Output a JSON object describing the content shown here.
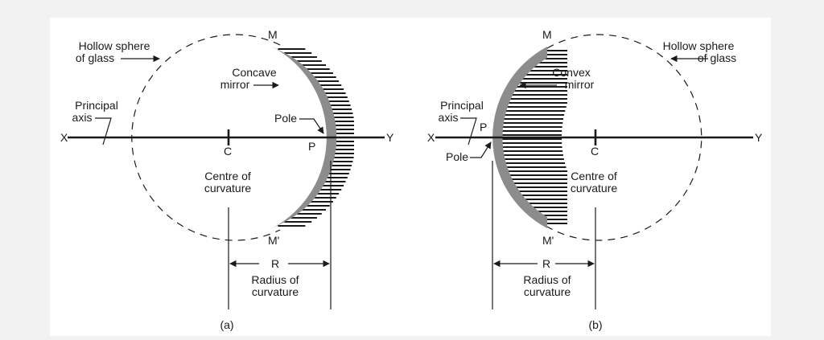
{
  "panel_a": {
    "label_x": "X",
    "label_y": "Y",
    "label_c": "C",
    "label_p": "P",
    "label_m": "M",
    "label_m_prime": "M'",
    "label_r": "R",
    "hollow_sphere_l1": "Hollow sphere",
    "hollow_sphere_l2": "of glass",
    "mirror_l1": "Concave",
    "mirror_l2": "mirror",
    "principal_axis_l1": "Principal",
    "principal_axis_l2": "axis",
    "pole": "Pole",
    "centre_l1": "Centre of",
    "centre_l2": "curvature",
    "radius_l1": "Radius of",
    "radius_l2": "curvature",
    "caption": "(a)"
  },
  "panel_b": {
    "label_x": "X",
    "label_y": "Y",
    "label_c": "C",
    "label_p": "P",
    "label_m": "M",
    "label_m_prime": "M'",
    "label_r": "R",
    "hollow_sphere_l1": "Hollow sphere",
    "hollow_sphere_l2": "of glass",
    "mirror_l1": "Convex",
    "mirror_l2": "mirror",
    "principal_axis_l1": "Principal",
    "principal_axis_l2": "axis",
    "pole": "Pole",
    "centre_l1": "Centre of",
    "centre_l2": "curvature",
    "radius_l1": "Radius of",
    "radius_l2": "curvature",
    "caption": "(b)"
  },
  "colors": {
    "background": "#f2f2f2",
    "panel": "#ffffff",
    "ink": "#1a1a1a",
    "mirror_gray": "#8c8c8c"
  }
}
